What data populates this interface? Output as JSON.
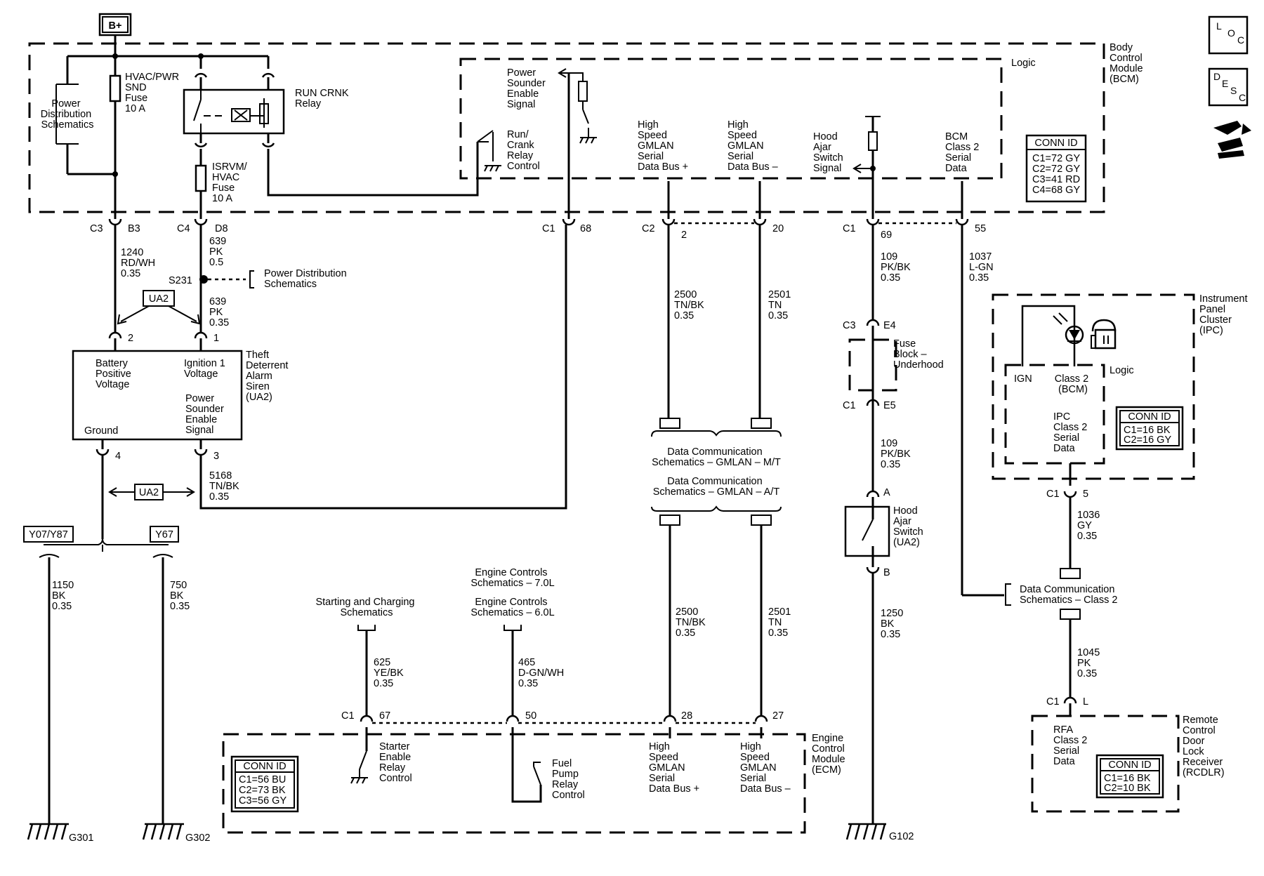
{
  "top": {
    "battery_label": "B+"
  },
  "icons": {
    "loc": [
      "L",
      "O",
      "C"
    ],
    "desc": [
      "D",
      "E",
      "S",
      "C"
    ]
  },
  "bcm": {
    "title": [
      "Body",
      "Control",
      "Module",
      "(BCM)"
    ],
    "logic": "Logic",
    "conn_id": {
      "title": "CONN ID",
      "rows": [
        "C1=72 GY",
        "C2=72 GY",
        "C3=41 RD",
        "C4=68 GY"
      ]
    },
    "power_dist": [
      "Power",
      "Distribution",
      "Schematics"
    ],
    "fuse1": [
      "HVAC/PWR",
      "SND",
      "Fuse",
      "10 A"
    ],
    "relay": [
      "RUN CRNK",
      "Relay"
    ],
    "fuse2": [
      "ISRVM/",
      "HVAC",
      "Fuse",
      "10 A"
    ],
    "sounder": [
      "Power",
      "Sounder",
      "Enable",
      "Signal"
    ],
    "runcrank": [
      "Run/",
      "Crank",
      "Relay",
      "Control"
    ],
    "hs_plus": [
      "High",
      "Speed",
      "GMLAN",
      "Serial",
      "Data Bus +"
    ],
    "hs_minus": [
      "High",
      "Speed",
      "GMLAN",
      "Serial",
      "Data Bus –"
    ],
    "hood": [
      "Hood",
      "Ajar",
      "Switch",
      "Signal"
    ],
    "class2": [
      "BCM",
      "Class 2",
      "Serial",
      "Data"
    ]
  },
  "pins": {
    "c3": "C3",
    "b3": "B3",
    "c4": "C4",
    "d8": "D8",
    "c1_68": "C1",
    "p68": "68",
    "c2": "C2",
    "p2": "2",
    "p20": "20",
    "c1_69": "C1",
    "p69": "69",
    "p55": "55",
    "c3e4": "C3",
    "e4": "E4",
    "c1e5": "C1",
    "e5": "E5",
    "ua2_2": "2",
    "ua2_1": "1",
    "ua2_4": "4",
    "ua2_3": "3",
    "sw_a": "A",
    "sw_b": "B",
    "ipc_c1": "C1",
    "ipc_5": "5",
    "rc_c1": "C1",
    "rc_l": "L",
    "ecm_c1": "C1",
    "p67": "67",
    "p50": "50",
    "p28": "28",
    "p27": "27"
  },
  "wires": {
    "w1240": [
      "1240",
      "RD/WH",
      "0.35"
    ],
    "w639a": [
      "639",
      "PK",
      "0.5"
    ],
    "w639b": [
      "639",
      "PK",
      "0.35"
    ],
    "w5168": [
      "5168",
      "TN/BK",
      "0.35"
    ],
    "w2500a": [
      "2500",
      "TN/BK",
      "0.35"
    ],
    "w2501a": [
      "2501",
      "TN",
      "0.35"
    ],
    "w109a": [
      "109",
      "PK/BK",
      "0.35"
    ],
    "w109b": [
      "109",
      "PK/BK",
      "0.35"
    ],
    "w1037": [
      "1037",
      "L-GN",
      "0.35"
    ],
    "w1150": [
      "1150",
      "BK",
      "0.35"
    ],
    "w750": [
      "750",
      "BK",
      "0.35"
    ],
    "w2500b": [
      "2500",
      "TN/BK",
      "0.35"
    ],
    "w2501b": [
      "2501",
      "TN",
      "0.35"
    ],
    "w1250": [
      "1250",
      "BK",
      "0.35"
    ],
    "w1036": [
      "1036",
      "GY",
      "0.35"
    ],
    "w1045": [
      "1045",
      "PK",
      "0.35"
    ],
    "w625": [
      "625",
      "YE/BK",
      "0.35"
    ],
    "w465": [
      "465",
      "D-GN/WH",
      "0.35"
    ]
  },
  "splice": {
    "id": "S231",
    "ref": [
      "Power Distribution",
      "Schematics"
    ]
  },
  "ua2": {
    "tag": "UA2",
    "title": [
      "Theft",
      "Deterrent",
      "Alarm",
      "Siren",
      "(UA2)"
    ],
    "battery": [
      "Battery",
      "Positive",
      "Voltage"
    ],
    "ignition": [
      "Ignition 1",
      "Voltage"
    ],
    "sounder": [
      "Power",
      "Sounder",
      "Enable",
      "Signal"
    ],
    "ground": "Ground",
    "opt_left": "Y07/Y87",
    "opt_right": "Y67"
  },
  "grounds": {
    "g301": "G301",
    "g302": "G302",
    "g102": "G102"
  },
  "gmlan": {
    "mt": [
      "Data Communication",
      "Schematics – GMLAN – M/T"
    ],
    "at": [
      "Data Communication",
      "Schematics – GMLAN – A/T"
    ]
  },
  "fuseblock": [
    "Fuse",
    "Block –",
    "Underhood"
  ],
  "hoodsw": [
    "Hood",
    "Ajar",
    "Switch",
    "(UA2)"
  ],
  "ipc": {
    "title": [
      "Instrument",
      "Panel",
      "Cluster",
      "(IPC)"
    ],
    "logic": "Logic",
    "ign": "IGN",
    "class2": [
      "Class 2",
      "(BCM)"
    ],
    "ipcdata": [
      "IPC",
      "Class 2",
      "Serial",
      "Data"
    ],
    "conn_id": {
      "title": "CONN ID",
      "rows": [
        "C1=16 BK",
        "C2=16 GY"
      ]
    }
  },
  "class2ref": [
    "Data Communication",
    "Schematics – Class 2"
  ],
  "rcdlr": {
    "title": [
      "Remote",
      "Control",
      "Door",
      "Lock",
      "Receiver",
      "(RCDLR)"
    ],
    "rfa": [
      "RFA",
      "Class 2",
      "Serial",
      "Data"
    ],
    "conn_id": {
      "title": "CONN ID",
      "rows": [
        "C1=16 BK",
        "C2=10 BK"
      ]
    }
  },
  "refs": {
    "starting": [
      "Starting and Charging",
      "Schematics"
    ],
    "eng7": [
      "Engine Controls",
      "Schematics – 7.0L"
    ],
    "eng6": [
      "Engine Controls",
      "Schematics – 6.0L"
    ]
  },
  "ecm": {
    "title": [
      "Engine",
      "Control",
      "Module",
      "(ECM)"
    ],
    "conn_id": {
      "title": "CONN ID",
      "rows": [
        "C1=56 BU",
        "C2=73 BK",
        "C3=56 GY"
      ]
    },
    "starter": [
      "Starter",
      "Enable",
      "Relay",
      "Control"
    ],
    "fuelpump": [
      "Fuel",
      "Pump",
      "Relay",
      "Control"
    ],
    "hs_plus": [
      "High",
      "Speed",
      "GMLAN",
      "Serial",
      "Data Bus +"
    ],
    "hs_minus": [
      "High",
      "Speed",
      "GMLAN",
      "Serial",
      "Data Bus –"
    ]
  }
}
